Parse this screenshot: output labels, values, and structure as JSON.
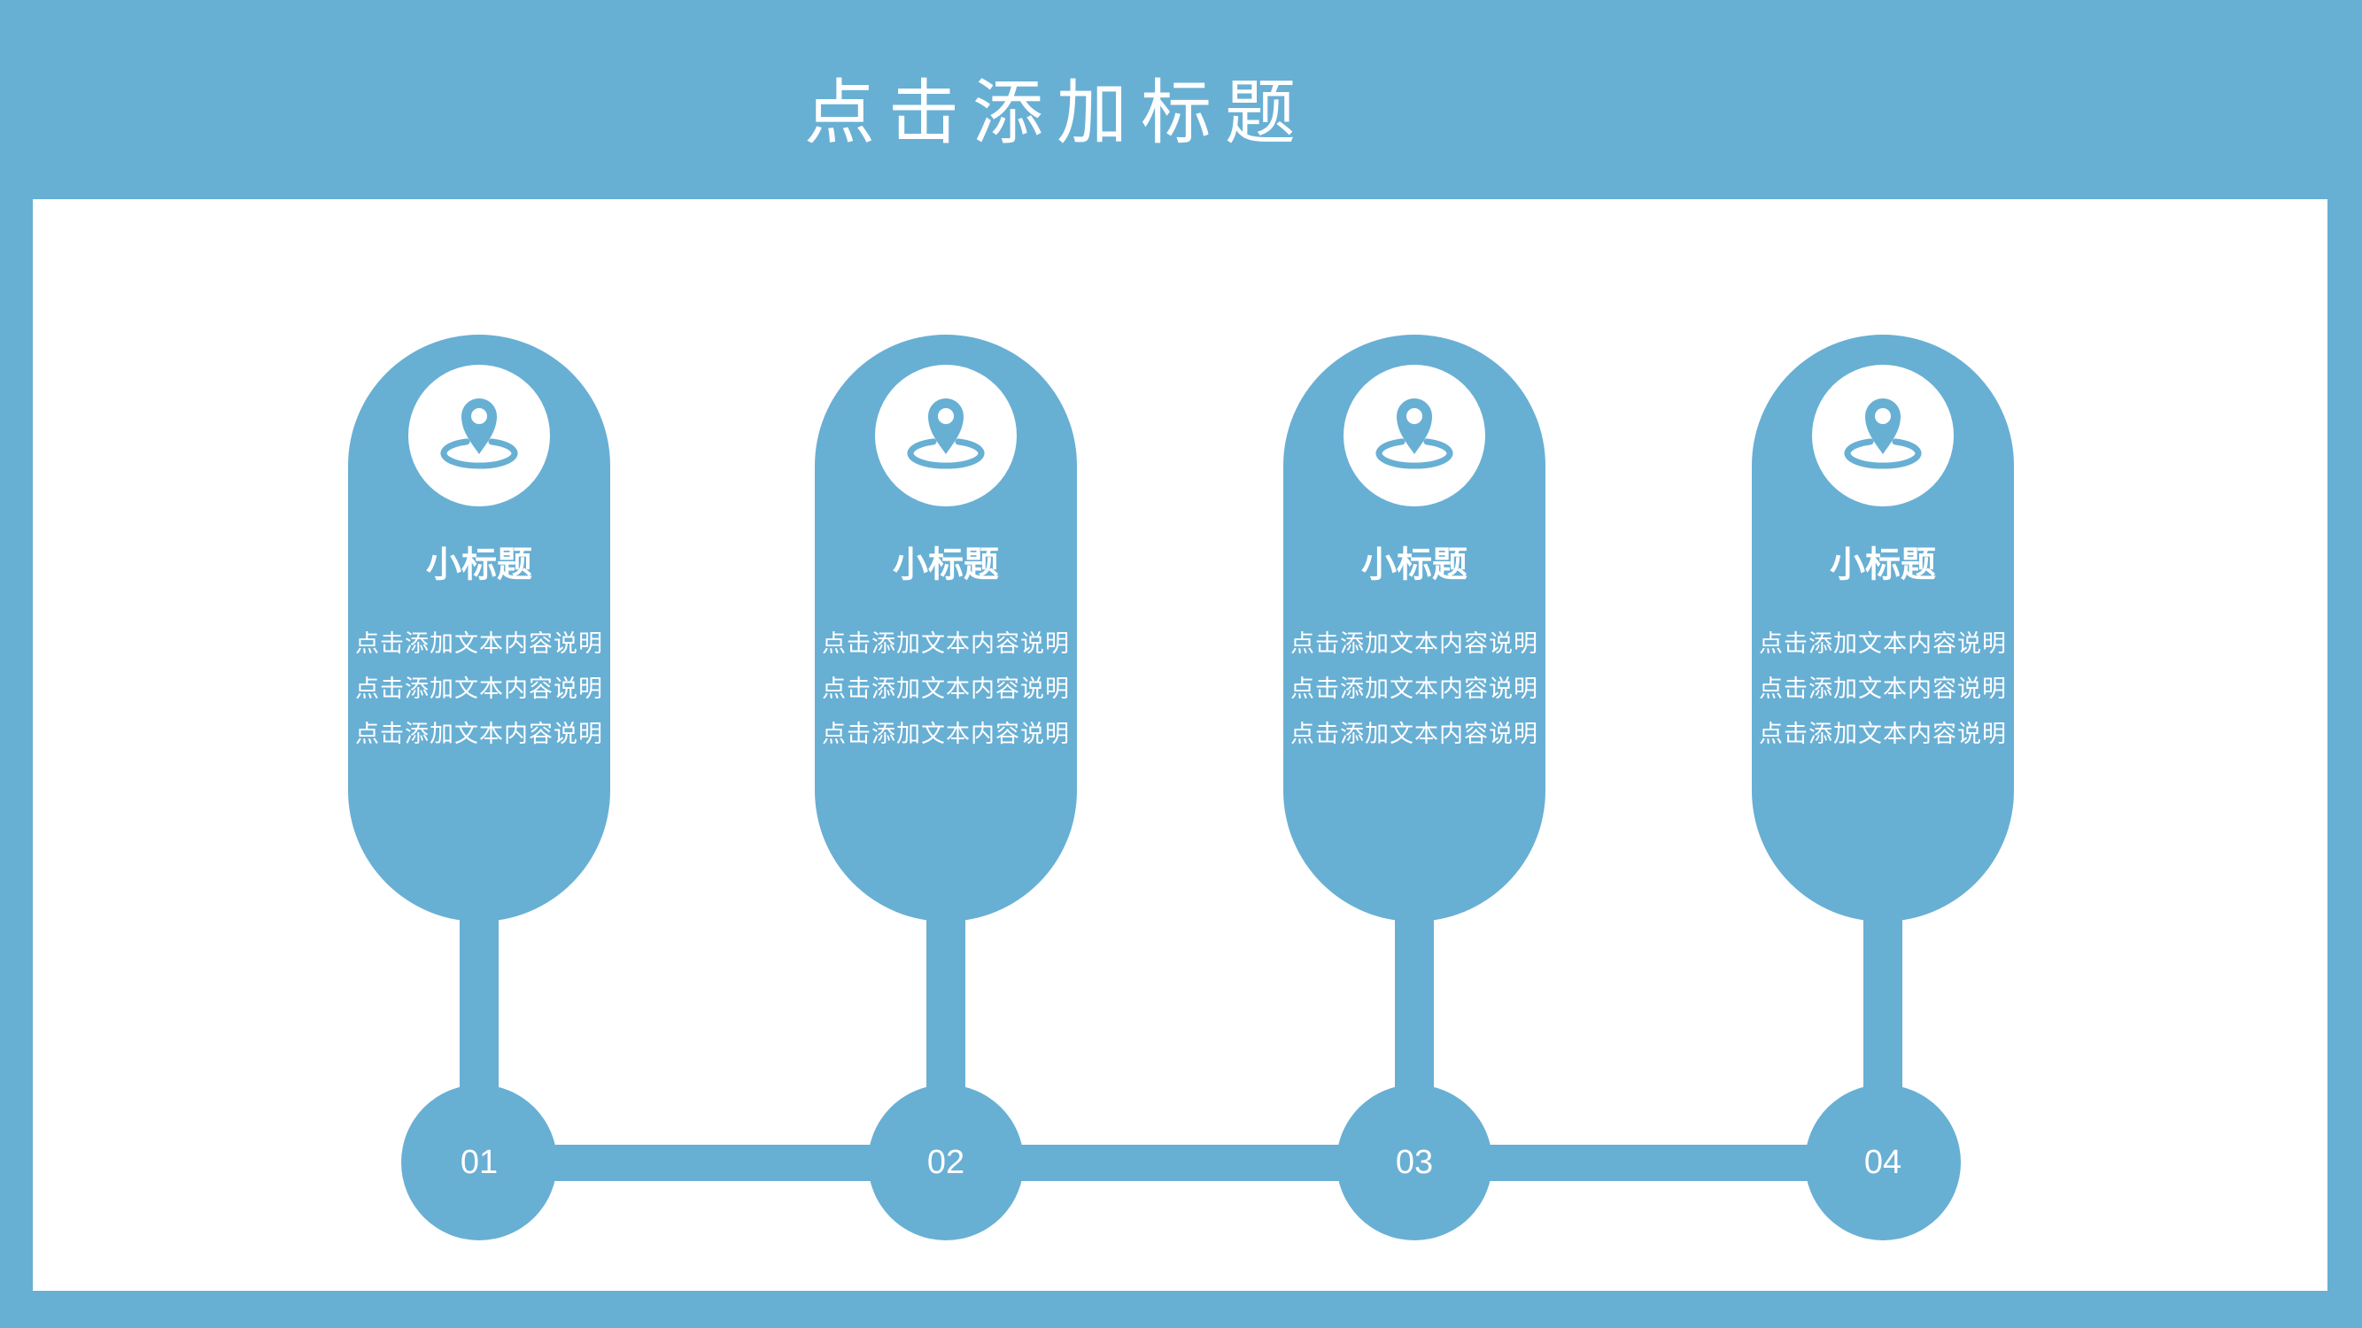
{
  "slide": {
    "title": "点击添加标题"
  },
  "colors": {
    "primary": "#68AFD4",
    "panel": "#FFFFFF",
    "text_on_primary": "#FFFFFF"
  },
  "steps": [
    {
      "number": "01",
      "icon": "location-pin-icon",
      "subtitle": "小标题",
      "lines": [
        "点击添加文本内容说明",
        "点击添加文本内容说明",
        "点击添加文本内容说明"
      ]
    },
    {
      "number": "02",
      "icon": "location-pin-icon",
      "subtitle": "小标题",
      "lines": [
        "点击添加文本内容说明",
        "点击添加文本内容说明",
        "点击添加文本内容说明"
      ]
    },
    {
      "number": "03",
      "icon": "location-pin-icon",
      "subtitle": "小标题",
      "lines": [
        "点击添加文本内容说明",
        "点击添加文本内容说明",
        "点击添加文本内容说明"
      ]
    },
    {
      "number": "04",
      "icon": "location-pin-icon",
      "subtitle": "小标题",
      "lines": [
        "点击添加文本内容说明",
        "点击添加文本内容说明",
        "点击添加文本内容说明"
      ]
    }
  ]
}
